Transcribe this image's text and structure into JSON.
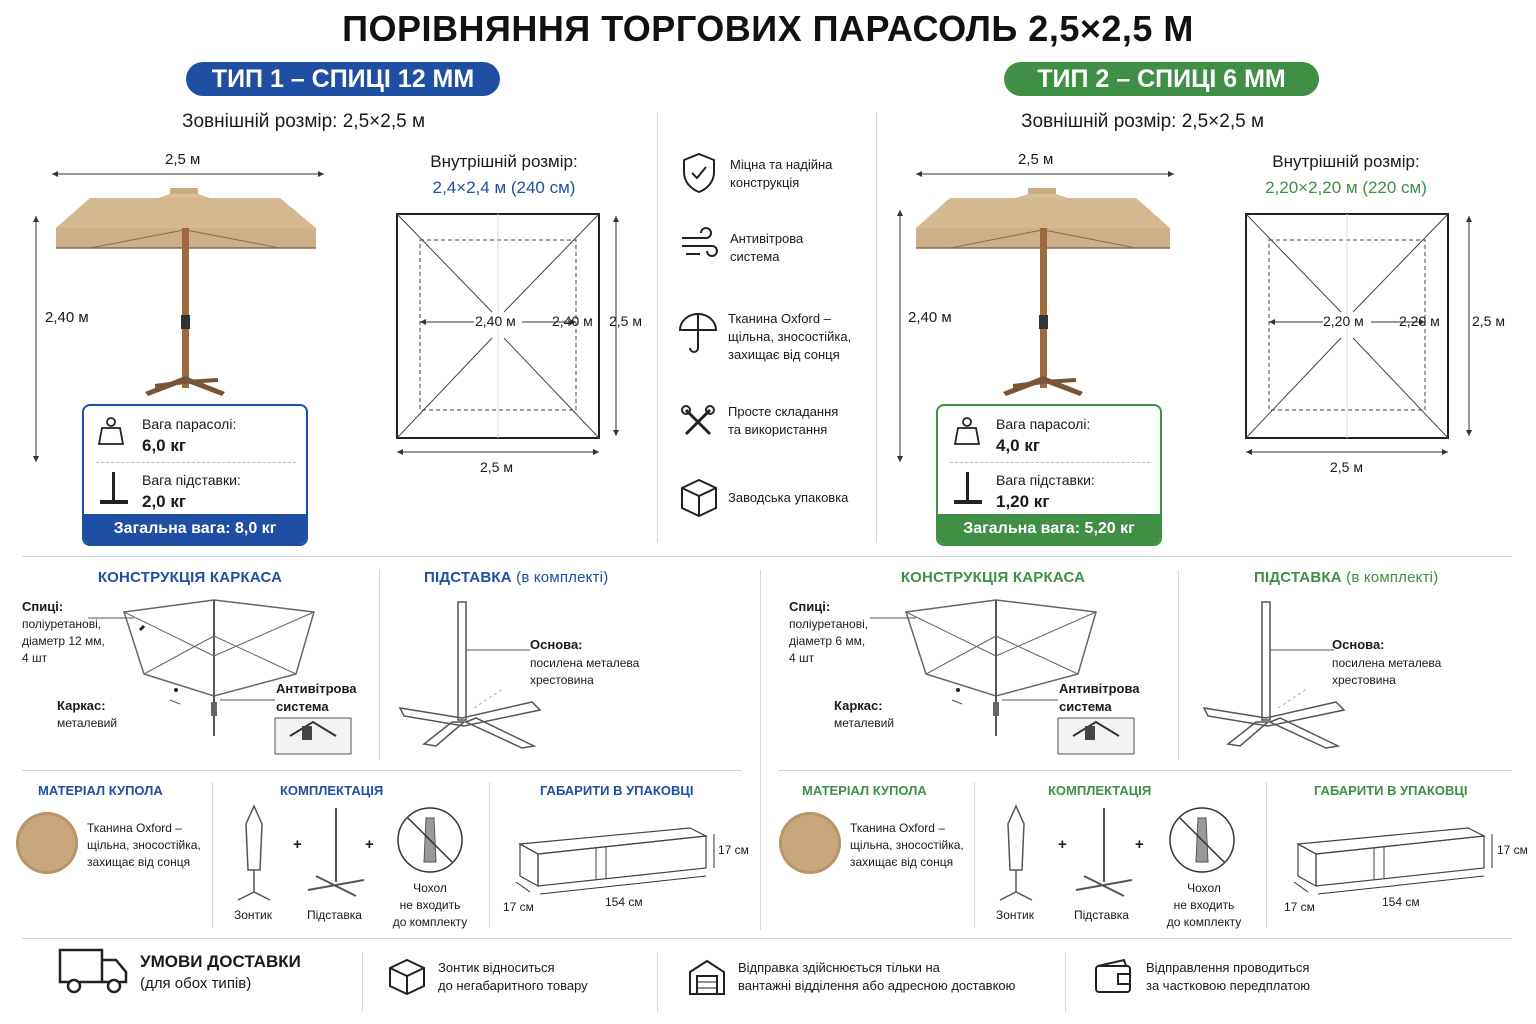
{
  "title": "ПОРІВНЯННЯ ТОРГОВИХ ПАРАСОЛЬ 2,5×2,5 М",
  "colors": {
    "blue": "#1f4fa3",
    "green": "#3f8f45",
    "canopy": "#d8bf98",
    "pole": "#9c6a3c"
  },
  "types": [
    {
      "badge": "ТИП 1 – СПИЦІ 12 ММ",
      "outer_size": "Зовнішній розмір: 2,5×2,5 м",
      "width_label": "2,5 м",
      "height_label": "2,40 м",
      "inner_title": "Внутрішній розмір:",
      "inner_value": "2,4×2,4 м (240 см)",
      "inner_w": "2,40 м",
      "inner_h": "2,40 м",
      "outer_side": "2,5 м",
      "outer_bottom": "2,5 м",
      "weight_umbrella_label": "Вага парасолі:",
      "weight_umbrella": "6,0 кг",
      "weight_base_label": "Вага підставки:",
      "weight_base": "2,0 кг",
      "weight_total": "Загальна вага: 8,0 кг",
      "frame_title": "КОНСТРУКЦІЯ КАРКАСА",
      "spokes_label": "Спиці:",
      "spokes_text": [
        "поліуретанові,",
        "діаметр 12 мм,",
        "4 шт"
      ],
      "frame_label": "Каркас:",
      "frame_text": "металевий",
      "windproof": [
        "Антивітрова",
        "система"
      ],
      "stand_title": "ПІДСТАВКА",
      "stand_note": "(в комплекті)",
      "stand_base_label": "Основа:",
      "stand_base_text": [
        "посилена металева",
        "хрестовина"
      ],
      "material_title": "МАТЕРІАЛ КУПОЛА",
      "material_text": [
        "Тканина Oxford –",
        "щільна, зносостійка,",
        "захищає від сонця"
      ],
      "kit_title": "КОМПЛЕКТАЦІЯ",
      "kit_umbrella": "Зонтик",
      "kit_stand": "Підставка",
      "kit_cover": [
        "Чохол",
        "не входить",
        "до комплекту"
      ],
      "pack_title": "ГАБАРИТИ В УПАКОВЦІ",
      "pack_h": "17 см",
      "pack_w": "17 см",
      "pack_l": "154 см"
    },
    {
      "badge": "ТИП 2 – СПИЦІ 6 ММ",
      "outer_size": "Зовнішній розмір: 2,5×2,5 м",
      "width_label": "2,5 м",
      "height_label": "2,40 м",
      "inner_title": "Внутрішній розмір:",
      "inner_value": "2,20×2,20 м (220 см)",
      "inner_w": "2,20 м",
      "inner_h": "2,20 м",
      "outer_side": "2,5 м",
      "outer_bottom": "2,5 м",
      "weight_umbrella_label": "Вага парасолі:",
      "weight_umbrella": "4,0 кг",
      "weight_base_label": "Вага підставки:",
      "weight_base": "1,20 кг",
      "weight_total": "Загальна вага: 5,20 кг",
      "frame_title": "КОНСТРУКЦІЯ КАРКАСА",
      "spokes_label": "Спиці:",
      "spokes_text": [
        "поліуретанові,",
        "діаметр 6 мм,",
        "4 шт"
      ],
      "frame_label": "Каркас:",
      "frame_text": "металевий",
      "windproof": [
        "Антивітрова",
        "система"
      ],
      "stand_title": "ПІДСТАВКА",
      "stand_note": "(в комплекті)",
      "stand_base_label": "Основа:",
      "stand_base_text": [
        "посилена металева",
        "хрестовина"
      ],
      "material_title": "МАТЕРІАЛ КУПОЛА",
      "material_text": [
        "Тканина Oxford –",
        "щільна, зносостійка,",
        "захищає від сонця"
      ],
      "kit_title": "КОМПЛЕКТАЦІЯ",
      "kit_umbrella": "Зонтик",
      "kit_stand": "Підставка",
      "kit_cover": [
        "Чохол",
        "не входить",
        "до комплекту"
      ],
      "pack_title": "ГАБАРИТИ В УПАКОВЦІ",
      "pack_h": "17 см",
      "pack_w": "17 см",
      "pack_l": "154 см"
    }
  ],
  "features": [
    {
      "icon": "shield-check-icon",
      "lines": [
        "Міцна та надійна",
        "конструкція"
      ]
    },
    {
      "icon": "wind-icon",
      "lines": [
        "Антивітрова",
        "система"
      ]
    },
    {
      "icon": "umbrella-icon",
      "lines": [
        "Тканина Oxford –",
        "щільна, зносостійка,",
        "захищає від сонця"
      ]
    },
    {
      "icon": "tools-icon",
      "lines": [
        "Просте складання",
        "та використання"
      ]
    },
    {
      "icon": "box-icon",
      "lines": [
        "Заводська упаковка"
      ]
    }
  ],
  "delivery": {
    "title": "УМОВИ ДОСТАВКИ",
    "subtitle": "(для обох типів)",
    "items": [
      {
        "icon": "package-icon",
        "lines": [
          "Зонтик відноситься",
          "до негабаритного товару"
        ]
      },
      {
        "icon": "warehouse-icon",
        "lines": [
          "Відправка здійснюється тільки на",
          "вантажні відділення або адресною доставкою"
        ]
      },
      {
        "icon": "wallet-icon",
        "lines": [
          "Відправлення проводиться",
          "за частковою передплатою"
        ]
      }
    ]
  }
}
